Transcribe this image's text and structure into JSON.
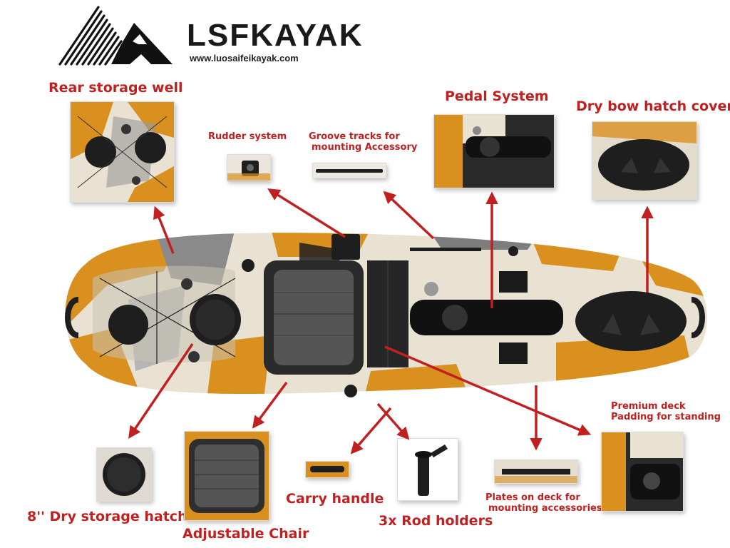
{
  "brand": {
    "name": "LSFKAYAK",
    "url": "www.luosaifeikayak.com"
  },
  "colors": {
    "label": "#c02020",
    "arrow": "#c02020",
    "kayak_orange": "#d9901f",
    "kayak_gray": "#8a8a8a",
    "kayak_black": "#1e1e1e",
    "kayak_cream": "#eee6d6"
  },
  "features": {
    "rear_storage_well": "Rear storage well",
    "rudder_system": "Rudder system",
    "groove_tracks_line1": "Groove tracks for",
    "groove_tracks_line2": "mounting Accessory",
    "pedal_system": "Pedal System",
    "dry_bow_hatch_cover": "Dry bow hatch cover",
    "premium_deck_line1": "Premium deck",
    "premium_deck_line2": "Padding for standing",
    "plates_line1": "Plates on deck for",
    "plates_line2": "mounting accessories",
    "rod_holders": "3x Rod holders",
    "carry_handle": "Carry handle",
    "adjustable_chair": "Adjustable Chair",
    "dry_storage_hatch": "8'' Dry storage hatch"
  }
}
